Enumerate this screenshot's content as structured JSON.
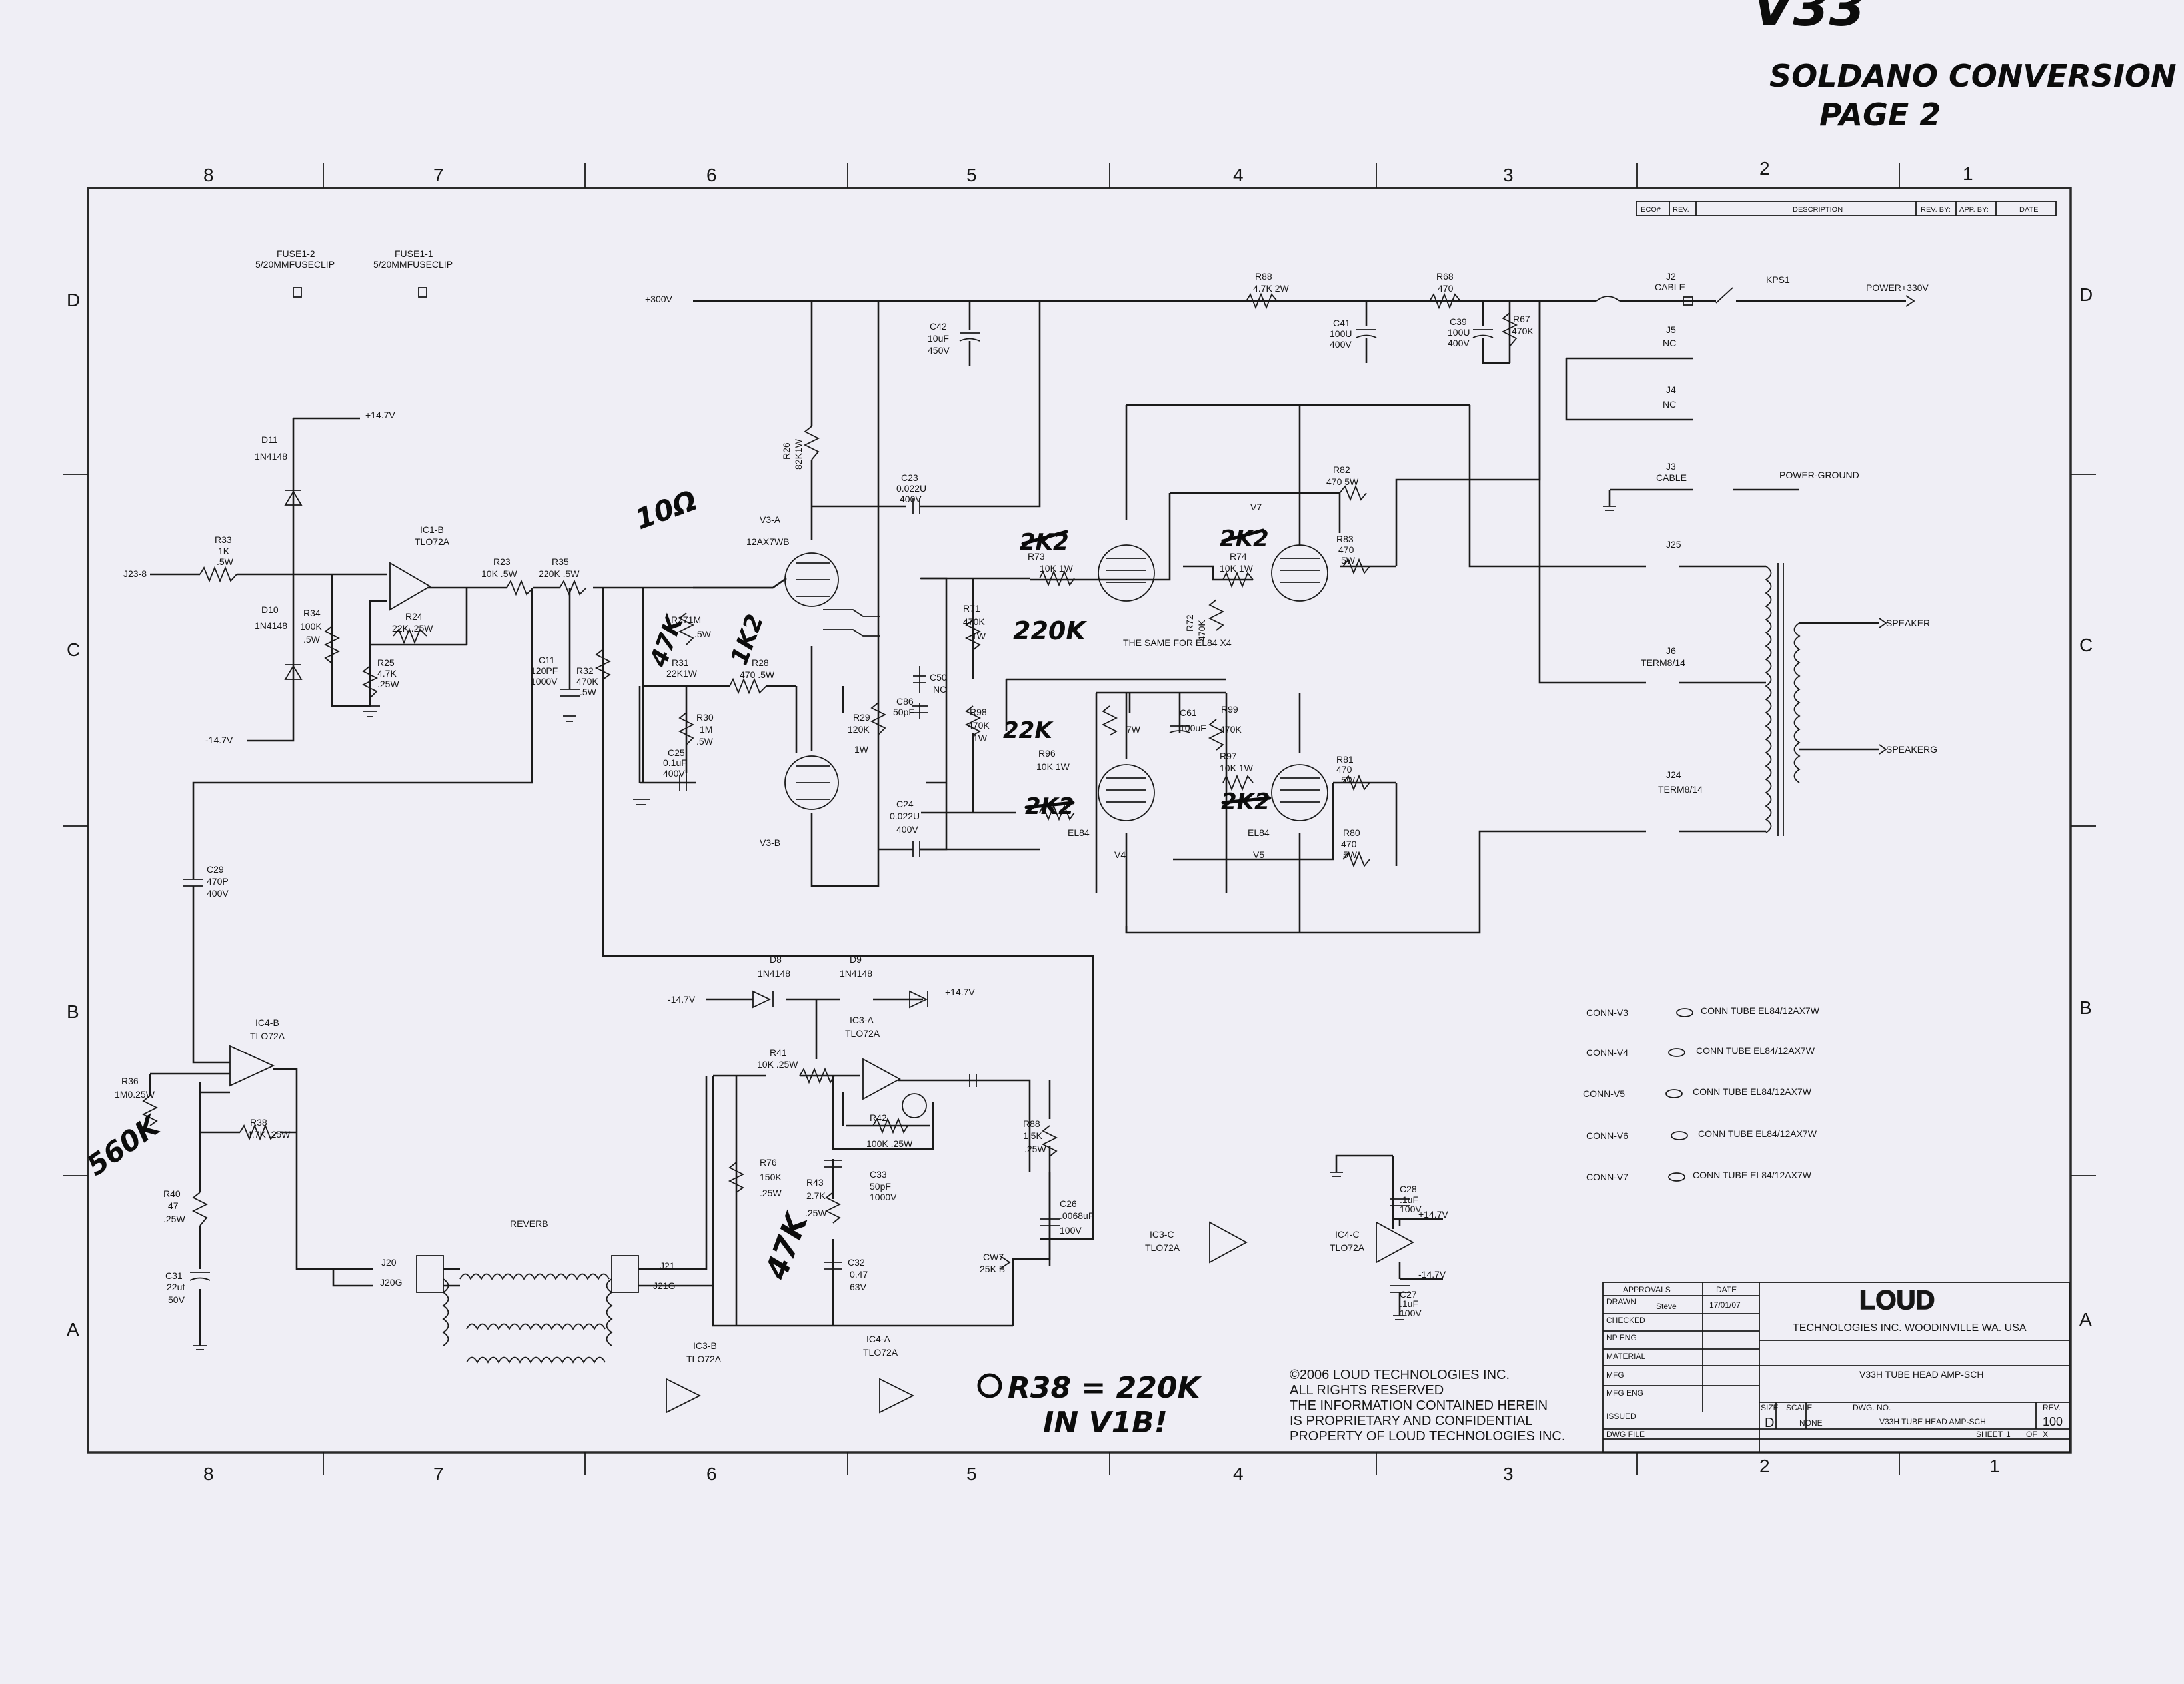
{
  "handwritten": {
    "model": "V33",
    "title": "SOLDANO CONVERSION",
    "page": "PAGE 2",
    "note1": "10Ω",
    "note2": "2K2",
    "note3": "2K2",
    "note4": "220K",
    "note5": "22K",
    "note6": "2K2",
    "note7": "2K2",
    "note8": "47K",
    "note9": "1K2",
    "note10": "560K",
    "note11": "47K",
    "footnote_line1": "R38 = 220K",
    "footnote_line2": "IN V1B!"
  },
  "grid": {
    "cols_top": [
      "8",
      "7",
      "6",
      "5",
      "4",
      "3",
      "2",
      "1"
    ],
    "rows": [
      "D",
      "C",
      "B",
      "A"
    ]
  },
  "revision_table": {
    "headers": [
      "ECO#",
      "REV.",
      "DESCRIPTION",
      "REV. BY:",
      "APP. BY:",
      "DATE"
    ]
  },
  "labels": {
    "fuse12": "FUSE1-2",
    "fuse12_val": "5/20MMFUSECLIP",
    "fuse11": "FUSE1-1",
    "fuse11_val": "5/20MMFUSECLIP",
    "d11": "D11",
    "d11_val": "1N4148",
    "d10": "D10",
    "d10_val": "1N4148",
    "plus147": "+14.7V",
    "minus147": "-14.7V",
    "r33": "R33",
    "r33_val": "1K",
    "r33_w": ".5W",
    "j23": "J23-8",
    "r34": "R34",
    "r34_val": "100K",
    "r34_w": ".5W",
    "ic1b": "IC1-B",
    "ic1b_val": "TLO72A",
    "r24": "R24",
    "r24_val": "22K .25W",
    "r25": "R25",
    "r25_val": "4.7K",
    "r25_w": ".25W",
    "r23": "R23",
    "r23_val": "10K .5W",
    "r35": "R35",
    "r35_val": "220K .5W",
    "c11": "C11",
    "c11_val": "120PF",
    "c11_v": "1000V",
    "r32": "R32",
    "r32_val": "470K",
    "r32_w": ".5W",
    "r27": "R271M",
    "r27_w": ".5W",
    "r31": "R31",
    "r31_val": "22K1W",
    "r28": "R28",
    "r28_val": "470 .5W",
    "r30": "R30",
    "r30_val": "1M",
    "r30_w": ".5W",
    "c25": "C25",
    "c25_val": "0.1uF",
    "c25_v": "400V",
    "r26": "R26",
    "r26_val": "82K1W",
    "v3a": "V3-A",
    "v3a_val": "12AX7WB",
    "v3b": "V3-B",
    "r29": "R29",
    "r29_val": "120K",
    "r29_w": "1W",
    "c42": "C42",
    "c42_val": "10uF",
    "c42_v": "450V",
    "plus300": "+300V",
    "c23": "C23",
    "c23_val": "0.022U",
    "c23_v": "400V",
    "c24": "C24",
    "c24_val": "0.022U",
    "c24_v": "400V",
    "c50": "C50",
    "c50_val": "NC",
    "c86": "C86",
    "c86_val": "50pF",
    "r71": "R71",
    "r71_val": "470K",
    "r71_w": "1W",
    "r98": "R98",
    "r98_val": "470K",
    "r98_w": "1W",
    "r73": "R73",
    "r73_val": "10K 1W",
    "r96": "R96",
    "r96_val": "10K 1W",
    "r74": "R74",
    "r74_val": "10K 1W",
    "r97": "R97",
    "r97_val": "10K 1W",
    "r72": "R72",
    "r72_val": "470K",
    "r99": "R99",
    "r99_val": "470K",
    "c61": "C61",
    "c61_val": "100uF",
    "r7w": "7W",
    "same": "THE SAME FOR EL84 X4",
    "v4": "V4",
    "v4_val": "EL84",
    "v5": "V5",
    "v5_val": "EL84",
    "v7": "V7",
    "r82": "R82",
    "r82_val": "470 5W",
    "r83": "R83",
    "r83_val": "470",
    "r83_w": "5W",
    "r81": "R81",
    "r81_val": "470",
    "r81_w": "5W",
    "r80": "R80",
    "r80_val": "470",
    "r80_w": "5W",
    "r88": "R88",
    "r88_val": "4.7K 2W",
    "c41": "C41",
    "c41_val": "100U",
    "c41_v": "400V",
    "r68": "R68",
    "r68_val": "470",
    "c39": "C39",
    "c39_val": "100U",
    "c39_v": "400V",
    "r67": "R67",
    "r67_val": "470K",
    "j2": "J2",
    "j2_val": "CABLE",
    "kps1": "KPS1",
    "power330": "POWER+330V",
    "j5": "J5",
    "j5_val": "NC",
    "j4": "J4",
    "j4_val": "NC",
    "j3": "J3",
    "j3_val": "CABLE",
    "pground": "POWER-GROUND",
    "j25": "J25",
    "speaker1": "SPEAKER",
    "speaker2": "SPEAKERG",
    "j6": "J6",
    "j6_val": "TERM8/14",
    "j24": "J24",
    "j24_val": "TERM8/14",
    "d8": "D8",
    "d8_val": "1N4148",
    "d9": "D9",
    "d9_val": "1N4148",
    "ic3a": "IC3-A",
    "ic3a_val": "TLO72A",
    "r41": "R41",
    "r41_val": "10K .25W",
    "r42": "R42",
    "r42_val": "100K .25W",
    "r76": "R76",
    "r76_val": "150K",
    "r76_w": ".25W",
    "r43": "R43",
    "r43_val": "2.7K",
    "r43_w": ".25W",
    "c33": "C33",
    "c33_val": "50pF",
    "c33_v": "1000V",
    "c32": "C32",
    "c32_val": "0.47",
    "c32_v": "63V",
    "r88b": "R88",
    "r88b_val": "1.5K",
    "r88b_w": ".25W",
    "c26": "C26",
    "c26_val": ".0068uF",
    "c26_v": "100V",
    "cw7": "CW7",
    "cw7_val": "25K B",
    "ic4b": "IC4-B",
    "ic4b_val": "TLO72A",
    "r36": "R36",
    "r36_val": "1M0.25W",
    "r38": "R38",
    "r38_val": "4.7K .25W",
    "r40": "R40",
    "r40_val": "47",
    "r40_w": ".25W",
    "c31": "C31",
    "c31_val": "22uf",
    "c31_v": "50V",
    "c29": "C29",
    "c29_val": "470P",
    "c29_v": "400V",
    "reverb": "REVERB",
    "j20": "J20",
    "j20g": "J20G",
    "j21": "J21",
    "j21g": "J21G",
    "ic3b": "IC3-B",
    "ic3b_val": "TLO72A",
    "ic4a": "IC4-A",
    "ic4a_val": "TLO72A",
    "ic3c": "IC3-C",
    "ic3c_val": "TLO72A",
    "ic4c": "IC4-C",
    "ic4c_val": "TLO72A",
    "c28": "C28",
    "c28_val": ".1uF",
    "c28_v": "100V",
    "c27": "C27",
    "c27_val": ".1uF",
    "c27_v": "100V",
    "p147b": "+14.7V",
    "m147b": "-14.7V"
  },
  "conn_tubes": [
    {
      "ref": "CONN-V3",
      "label": "CONN TUBE EL84/12AX7W"
    },
    {
      "ref": "CONN-V4",
      "label": "CONN TUBE EL84/12AX7W"
    },
    {
      "ref": "CONN-V5",
      "label": "CONN TUBE EL84/12AX7W"
    },
    {
      "ref": "CONN-V6",
      "label": "CONN TUBE EL84/12AX7W"
    },
    {
      "ref": "CONN-V7",
      "label": "CONN TUBE EL84/12AX7W"
    }
  ],
  "copyright": {
    "line1": "©2006 LOUD TECHNOLOGIES INC.",
    "line2": "ALL RIGHTS RESERVED",
    "line3": "THE INFORMATION CONTAINED HEREIN",
    "line4": "IS PROPRIETARY AND CONFIDENTIAL",
    "line5": "PROPERTY OF LOUD TECHNOLOGIES INC."
  },
  "title_block": {
    "approvals": "APPROVALS",
    "date": "DATE",
    "drawn": "DRAWN",
    "drawn_by": "Steve",
    "drawn_date": "17/01/07",
    "checked": "CHECKED",
    "np_eng": "NP ENG",
    "material": "MATERIAL",
    "mfg": "MFG",
    "mfg_eng": "MFG ENG",
    "issued": "ISSUED",
    "logo": "LOUD",
    "company": "TECHNOLOGIES INC. WOODINVILLE WA. USA",
    "title": "V33H TUBE HEAD AMP-SCH",
    "size_lbl": "SIZE",
    "size": "D",
    "scale_lbl": "SCALE",
    "scale": "NONE",
    "dwg_no_lbl": "DWG. NO.",
    "dwg_no": "V33H TUBE HEAD AMP-SCH",
    "rev_lbl": "REV.",
    "rev": "100",
    "dwg_file": "DWG FILE",
    "sheet": "SHEET",
    "sheet_no": "1",
    "of": "OF",
    "total": "X"
  }
}
